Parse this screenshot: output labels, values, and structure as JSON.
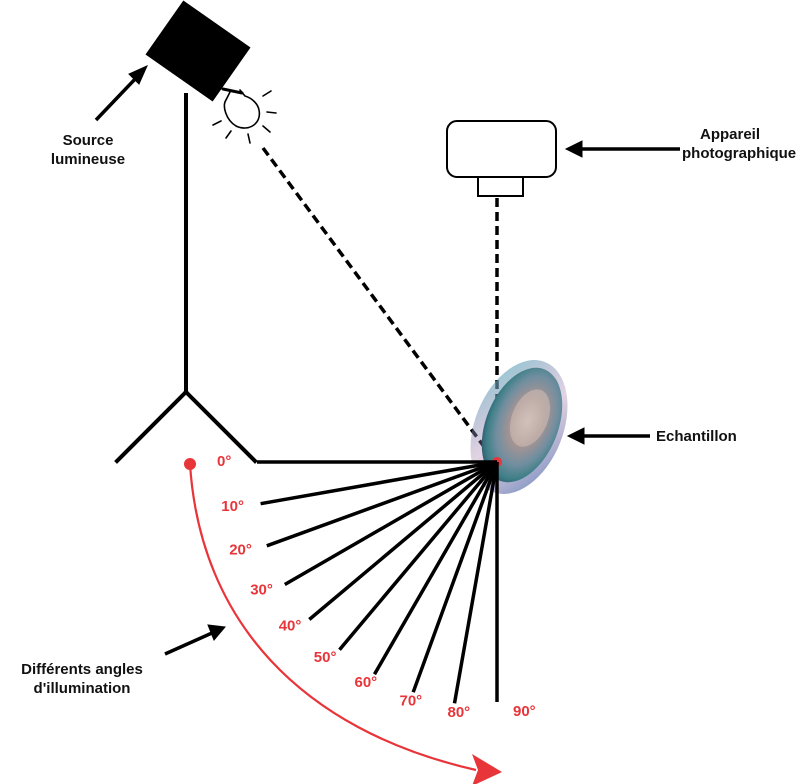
{
  "labels": {
    "source": "Source lumineuse",
    "camera": "Appareil photographique",
    "sample": "Echantillon",
    "angles": "Différents angles d'illumination"
  },
  "angles": [
    "0°",
    "10°",
    "20°",
    "30°",
    "40°",
    "50°",
    "60°",
    "70°",
    "80°",
    "90°"
  ],
  "colors": {
    "line": "#000000",
    "accent": "#e8353a",
    "text": "#111111"
  },
  "icons": [
    "lamp-head-icon",
    "light-bulb-icon",
    "camera-icon",
    "shell-icon",
    "arrow-icon"
  ]
}
